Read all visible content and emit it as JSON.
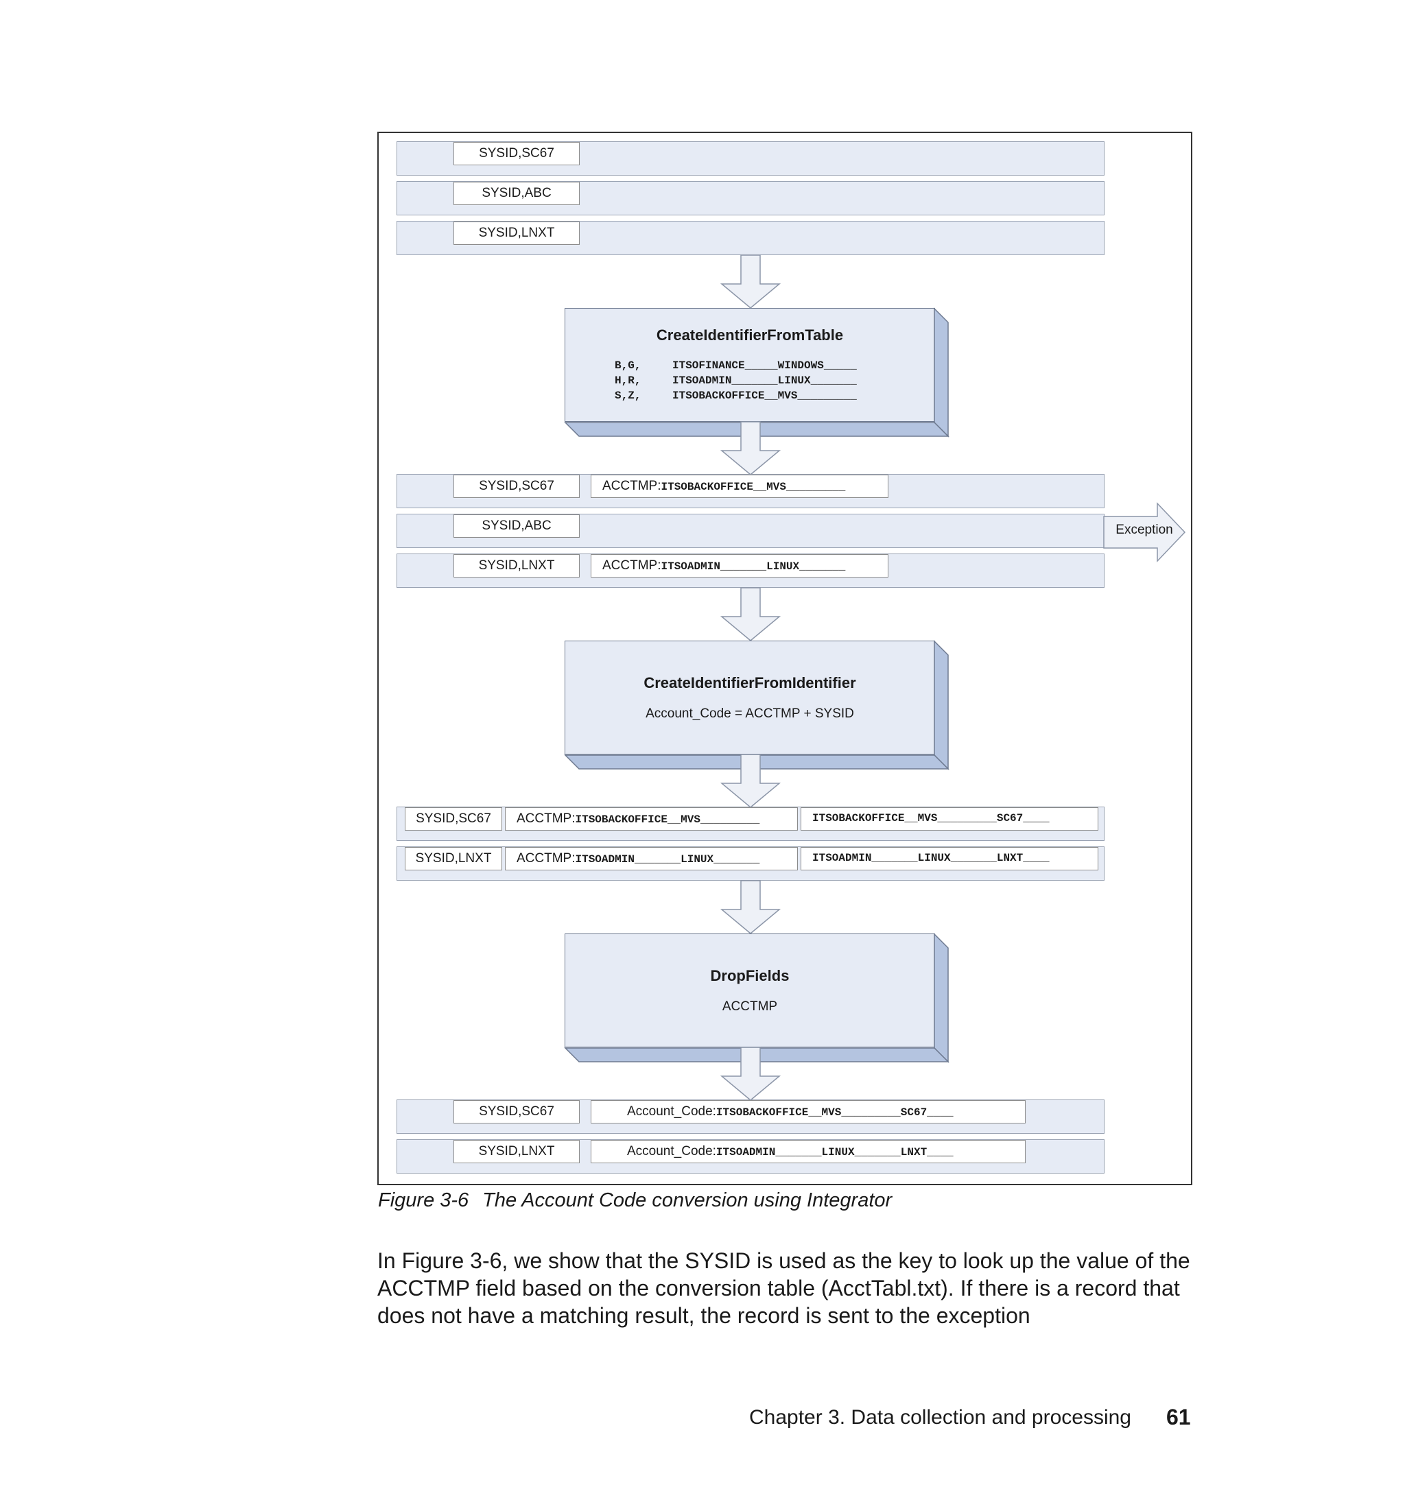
{
  "diagram": {
    "input_records": [
      "SYSID,SC67",
      "SYSID,ABC",
      "SYSID,LNXT"
    ],
    "step1": {
      "title": "CreateIdentifierFromTable",
      "table": [
        {
          "keys": "B,G,",
          "value": "ITSOFINANCE_____WINDOWS_____"
        },
        {
          "keys": "H,R,",
          "value": "ITSOADMIN_______LINUX_______"
        },
        {
          "keys": "S,Z,",
          "value": "ITSOBACKOFFICE__MVS_________"
        }
      ]
    },
    "after_step1": [
      {
        "key": "SYSID,SC67",
        "acctmp_label": "ACCTMP:",
        "acctmp_value": "ITSOBACKOFFICE__MVS_________"
      },
      {
        "key": "SYSID,ABC"
      },
      {
        "key": "SYSID,LNXT",
        "acctmp_label": "ACCTMP:",
        "acctmp_value": "ITSOADMIN_______LINUX_______"
      }
    ],
    "exception_label": "Exception",
    "step2": {
      "title": "CreateIdentifierFromIdentifier",
      "formula": "Account_Code = ACCTMP + SYSID"
    },
    "after_step2": [
      {
        "key": "SYSID,SC67",
        "acctmp_label": "ACCTMP:",
        "acctmp_value": "ITSOBACKOFFICE__MVS_________",
        "account_value": "ITSOBACKOFFICE__MVS_________SC67____"
      },
      {
        "key": "SYSID,LNXT",
        "acctmp_label": "ACCTMP:",
        "acctmp_value": "ITSOADMIN_______LINUX_______",
        "account_value": "ITSOADMIN_______LINUX_______LNXT____"
      }
    ],
    "step3": {
      "title": "DropFields",
      "field": "ACCTMP"
    },
    "output_records": [
      {
        "key": "SYSID,SC67",
        "label": "Account_Code:",
        "value": "ITSOBACKOFFICE__MVS_________SC67____"
      },
      {
        "key": "SYSID,LNXT",
        "label": "Account_Code:",
        "value": "ITSOADMIN_______LINUX_______LNXT____"
      }
    ]
  },
  "caption": {
    "number": "Figure 3-6",
    "text": "The Account Code conversion using Integrator"
  },
  "body_text": "In Figure 3-6, we show that the SYSID is used as the key to look up the value of the ACCTMP field based on the conversion table (AcctTabl.txt). If there is a record that does not have a matching result, the record is sent to the exception",
  "footer": {
    "chapter": "Chapter 3. Data collection and processing",
    "page": "61"
  },
  "colors": {
    "band_fill": "#e6ebf5",
    "box_shadow": "#b4c4e0",
    "frame": "#333333"
  }
}
